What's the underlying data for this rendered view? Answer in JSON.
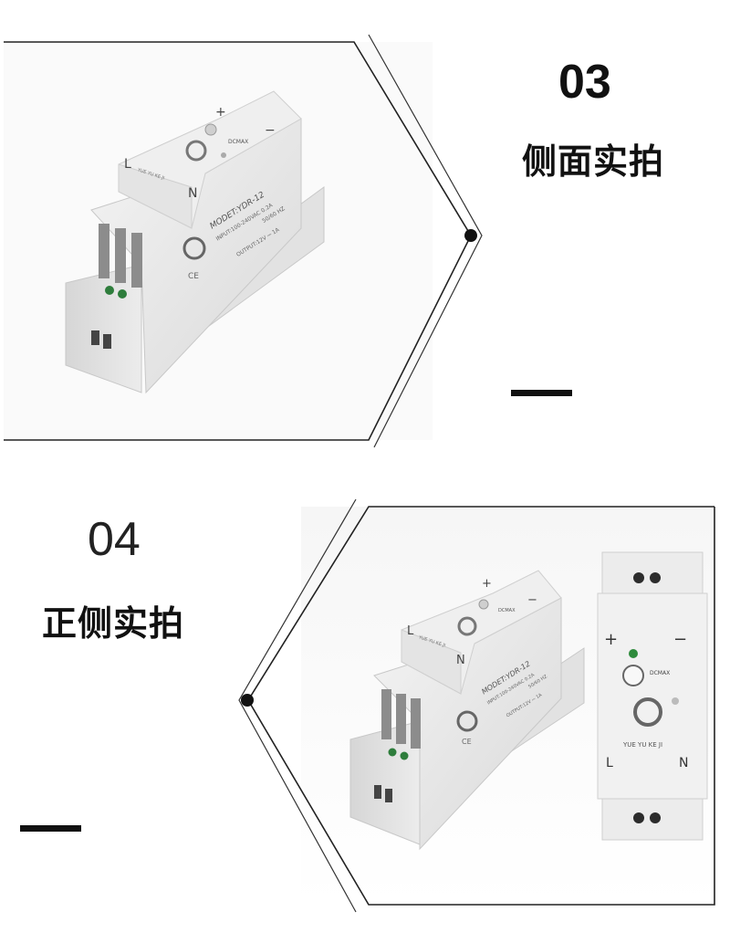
{
  "panel_top": {
    "number": "03",
    "caption": "侧面实拍",
    "device": {
      "brand": "YUE YU KE JI",
      "model": "MODET:YDR-12",
      "input": "INPUT:100-240VAC 0.2A",
      "freq": "50/60 HZ",
      "output": "OUTPUT:12V ⎓ 1A",
      "adjust": "DCMAX",
      "plus": "+",
      "minus": "−",
      "L": "L",
      "N": "N",
      "ce": "CE"
    }
  },
  "panel_bottom": {
    "number": "04",
    "caption": "正侧实拍",
    "device_side": {
      "brand": "YUE YU KE JI",
      "model": "MODET:YDR-12",
      "input": "INPUT:100-240VAC 0.2A",
      "freq": "50/60 HZ",
      "output": "OUTPUT:12V ⎓ 1A",
      "adjust": "DCMAX",
      "plus": "+",
      "minus": "−",
      "L": "L",
      "N": "N",
      "ce": "CE"
    },
    "device_front": {
      "brand": "YUE YU KE JI",
      "adjust": "DCMAX",
      "plus": "+",
      "minus": "−",
      "L": "L",
      "N": "N"
    }
  }
}
